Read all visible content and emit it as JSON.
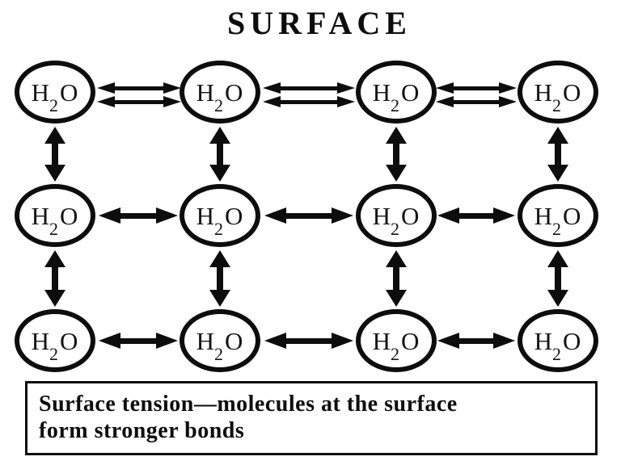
{
  "title": "SURFACE",
  "molecule": {
    "h": "H",
    "sub": "2",
    "o": "O"
  },
  "grid": {
    "rows": 3,
    "columns": 4,
    "molecule_count": 12
  },
  "caption": {
    "line1": "Surface tension—molecules at the surface",
    "line2": "form stronger bonds",
    "full_text": "Surface tension—molecules at the surface form stronger bonds"
  },
  "icons": {
    "surface_bond": "double-stacked-double-headed-arrow",
    "interior_bond": "double-headed-arrow"
  },
  "colors": {
    "ink": "#0d0d0d",
    "background": "#ffffff"
  }
}
